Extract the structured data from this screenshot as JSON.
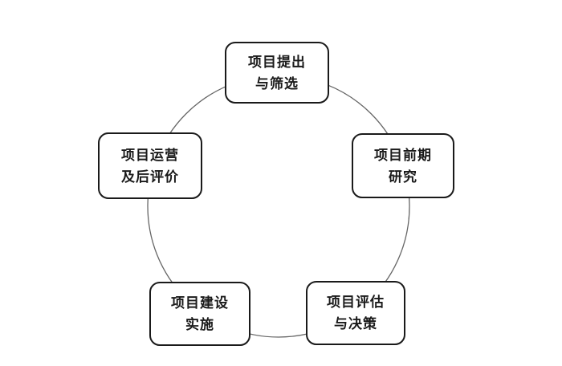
{
  "diagram": {
    "type": "cycle",
    "nodes": [
      {
        "position": "top",
        "line1": "项目提出",
        "line2": "与筛选"
      },
      {
        "position": "upper-right",
        "line1": "项目前期",
        "line2": "研究"
      },
      {
        "position": "lower-right",
        "line1": "项目评估",
        "line2": "与决策"
      },
      {
        "position": "lower-left",
        "line1": "项目建设",
        "line2": "实施"
      },
      {
        "position": "upper-left",
        "line1": "项目运营",
        "line2": "及后评价"
      }
    ]
  },
  "colors": {
    "background": "#ffffff",
    "node_fill": "#ffffff",
    "node_border": "#1a1a1a",
    "text": "#1a1a1a",
    "cycle_stroke": "#666666"
  }
}
